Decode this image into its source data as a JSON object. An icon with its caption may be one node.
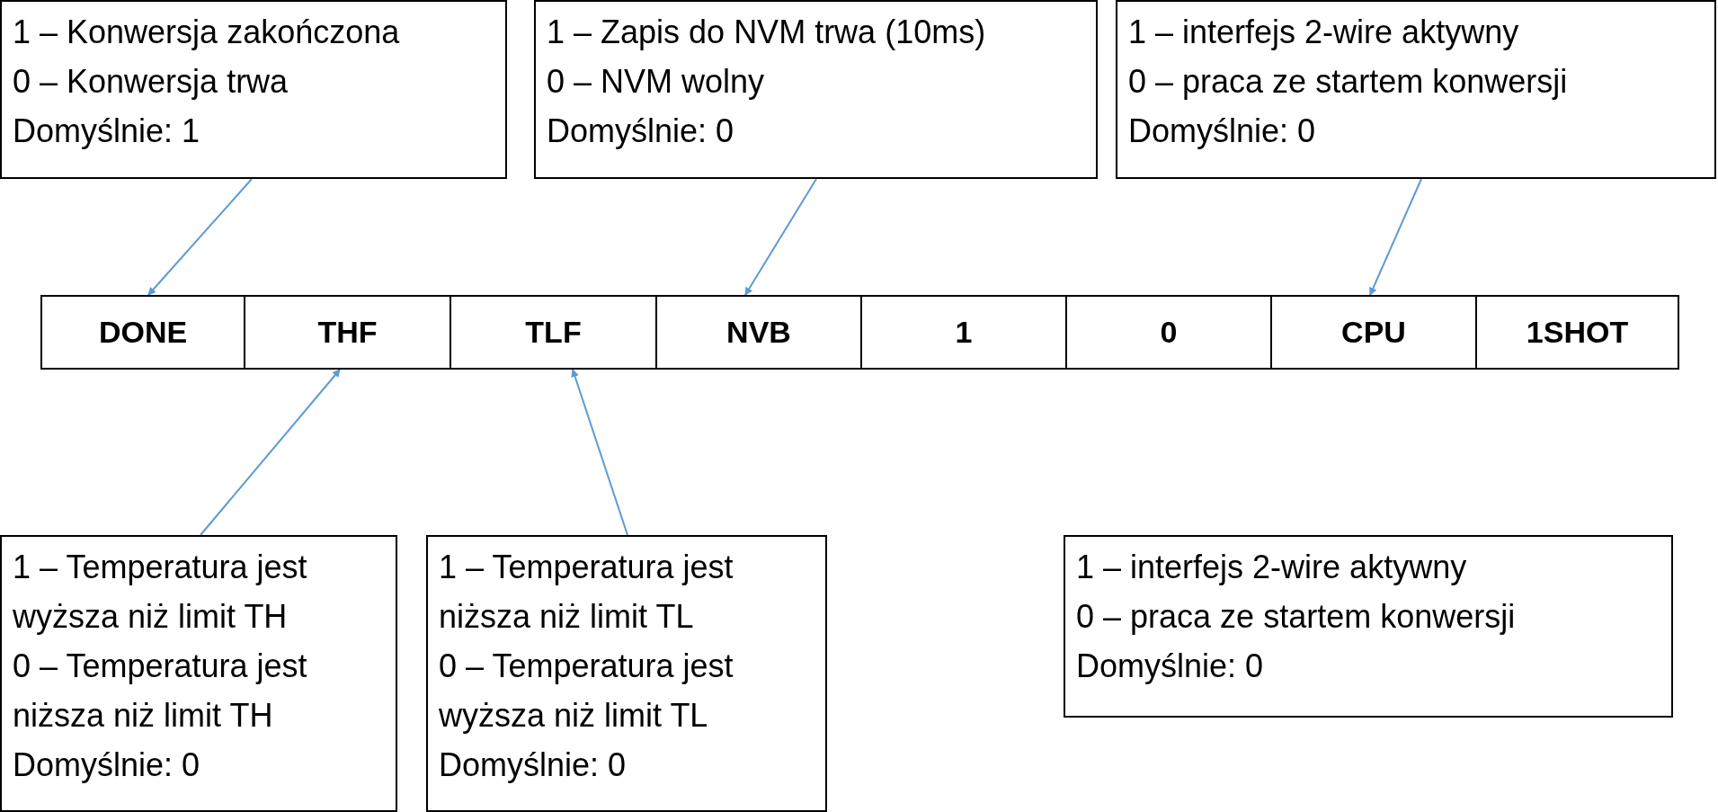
{
  "diagram": {
    "nodes": [
      {
        "text": [
          "1 – Konwersja zakończona",
          "0 – Konwersja trwa",
          "Domyślnie: 1"
        ]
      },
      {
        "text": [
          "1 – Zapis do NVM trwa (10ms)",
          "0 – NVM wolny",
          "Domyślnie: 0"
        ]
      },
      {
        "text": [
          "1 – interfejs 2-wire aktywny",
          "0 – praca ze startem konwersji",
          "Domyślnie: 0"
        ]
      },
      {
        "text": [
          "DONE"
        ]
      },
      {
        "text": [
          "THF"
        ]
      },
      {
        "text": [
          "TLF"
        ]
      },
      {
        "text": [
          "NVB"
        ]
      },
      {
        "text": [
          "1"
        ]
      },
      {
        "text": [
          "0"
        ]
      },
      {
        "text": [
          "CPU"
        ]
      },
      {
        "text": [
          "1SHOT"
        ]
      },
      {
        "text": [
          "1 – Temperatura jest wyższa niż limit TH",
          "0 – Temperatura jest niższa niż limit TH",
          "Domyślnie: 0"
        ]
      },
      {
        "text": [
          "1 – Temperatura jest niższa niż limit TL",
          "0 – Temperatura jest wyższa niż limit TL",
          "Domyślnie: 0"
        ]
      },
      {
        "text": [
          "1 – interfejs 2-wire aktywny",
          "0 – praca ze startem konwersji",
          "Domyślnie: 0"
        ]
      }
    ],
    "edges": [
      {
        "from": 0,
        "to": 3,
        "arrow": "to"
      },
      {
        "from": 1,
        "to": 6,
        "arrow": "to"
      },
      {
        "from": 2,
        "to": 9,
        "arrow": "to"
      },
      {
        "from": 11,
        "to": 4,
        "arrow": "to"
      },
      {
        "from": 12,
        "to": 5,
        "arrow": "to"
      }
    ]
  }
}
